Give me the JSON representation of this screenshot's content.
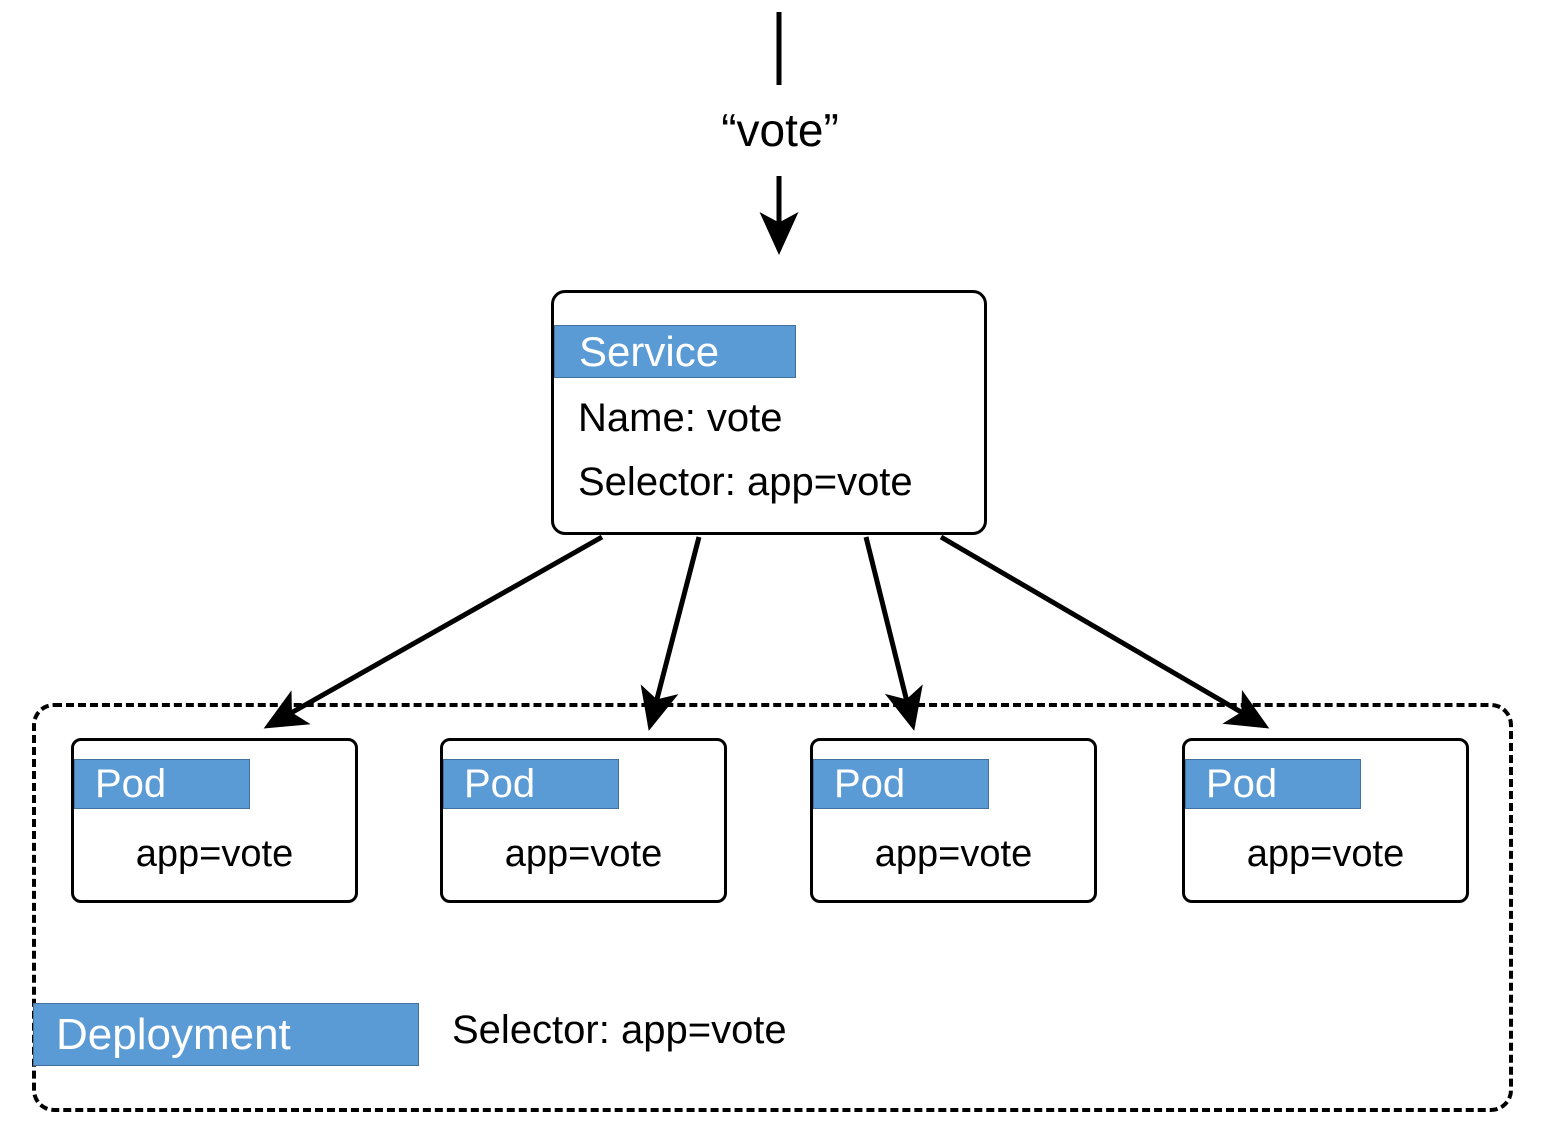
{
  "diagram": {
    "title_label": "“vote”",
    "accent_color": "#5B9BD5",
    "accent_border_color": "#41719C",
    "line_color": "#000000",
    "background_color": "#FFFFFF"
  },
  "ingress": {
    "label": "“vote”"
  },
  "service": {
    "badge": "Service",
    "name_line": "Name: vote",
    "selector_line": "Selector: app=vote"
  },
  "deployment": {
    "badge": "Deployment",
    "selector_line": "Selector: app=vote"
  },
  "pods": [
    {
      "badge": "Pod",
      "label": "app=vote"
    },
    {
      "badge": "Pod",
      "label": "app=vote"
    },
    {
      "badge": "Pod",
      "label": "app=vote"
    },
    {
      "badge": "Pod",
      "label": "app=vote"
    }
  ]
}
